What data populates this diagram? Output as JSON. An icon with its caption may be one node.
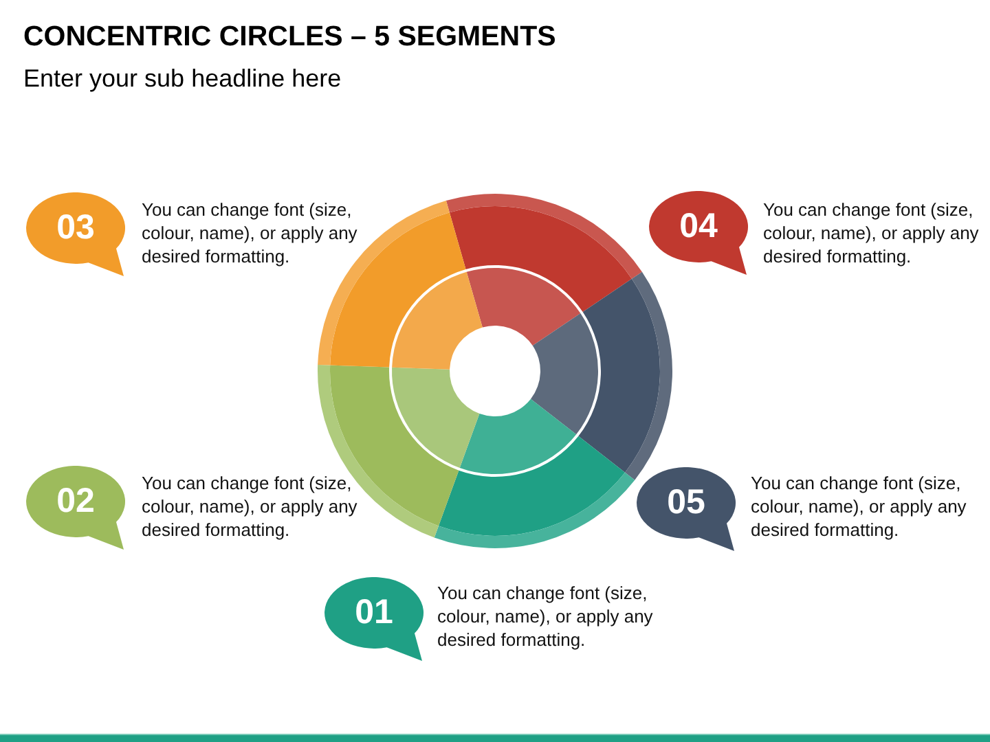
{
  "diagram": {
    "title": "CONCENTRIC CIRCLES – 5 SEGMENTS",
    "nodes": [
      {
        "text": [
          "03"
        ],
        "beside": [
          "You can change font (size, colour, name), or apply any desired formatting."
        ]
      },
      {
        "text": [
          "04"
        ],
        "beside": [
          "You can change font (size, colour, name), or apply any desired formatting."
        ]
      },
      {
        "text": [
          "02"
        ],
        "beside": [
          "You can change font (size, colour, name), or apply any desired formatting."
        ]
      },
      {
        "text": [
          "05"
        ],
        "beside": [
          "You can change font (size, colour, name), or apply any desired formatting."
        ]
      },
      {
        "text": [
          "01"
        ],
        "beside": [
          "You can change font (size, colour, name), or apply any desired formatting."
        ]
      }
    ],
    "labels": [
      "Enter your sub headline here"
    ]
  }
}
